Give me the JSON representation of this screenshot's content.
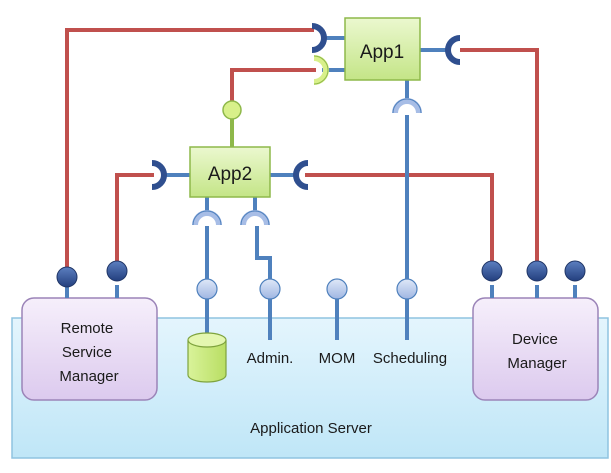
{
  "server": {
    "label": "Application Server"
  },
  "components": {
    "app1": "App1",
    "app2": "App2",
    "remote": [
      "Remote",
      "Service",
      "Manager"
    ],
    "device": [
      "Device",
      "Manager"
    ]
  },
  "services": {
    "admin": "Admin.",
    "mom": "MOM",
    "scheduling": "Scheduling"
  },
  "colors": {
    "server_fill": "#d6f0fb",
    "manager_fill": "#ebdff5",
    "app_fill": "#d6f0a8",
    "wire_red": "#c0504d",
    "wire_blue": "#4f81bd",
    "port_blue": "#2f4f8f",
    "port_light": "#a7bde6",
    "port_green": "#d8f08a"
  }
}
